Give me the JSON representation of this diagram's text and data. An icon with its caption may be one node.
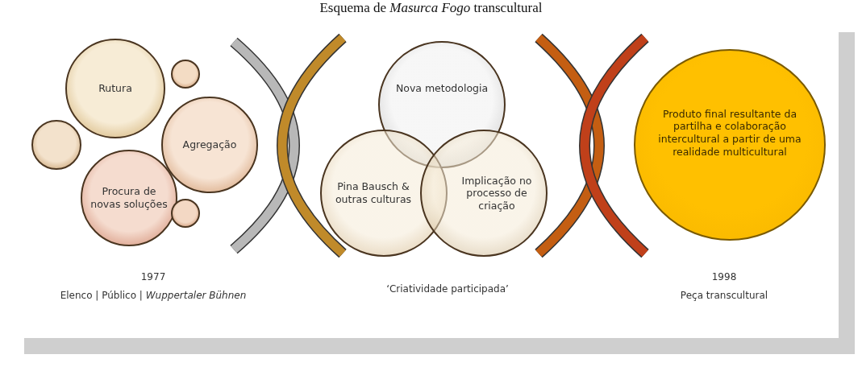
{
  "diagram": {
    "title": "Esquema de *Masurca Fogo* transcultural",
    "nodes": [
      {
        "text": [
          "Rutura"
        ]
      },
      {
        "text": [
          "Agregação"
        ]
      },
      {
        "text": [
          "Procura de novas soluções"
        ]
      },
      {
        "text": [],
        "shape": "circle"
      },
      {
        "text": [],
        "shape": "circle"
      },
      {
        "text": [],
        "shape": "circle"
      },
      {
        "text": [
          "Nova metodologia"
        ]
      },
      {
        "text": [
          "Pina Bausch & outras culturas"
        ]
      },
      {
        "text": [
          "Implicação no processo de criação"
        ]
      },
      {
        "text": [
          "Produto final resultante da partilha e colaboração intercultural a partir de uma realidade multicultural"
        ]
      }
    ],
    "labels": [
      "1977",
      "Elenco | Público | *Wuppertaler Bühnen*",
      "‘Criatividade participada’",
      "1998",
      "Peça transcultural"
    ]
  }
}
